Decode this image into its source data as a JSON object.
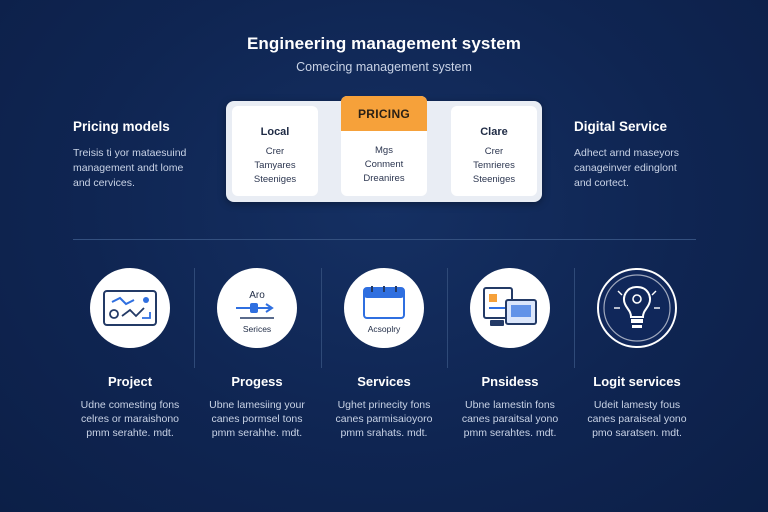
{
  "header": {
    "title": "Engineering management system",
    "subtitle": "Comecing management system"
  },
  "left_panel": {
    "title": "Pricing models",
    "text": "Treisis ti yor mataesuind\nmanagement andt lome\nand cervices."
  },
  "right_panel": {
    "title": "Digital Service",
    "text": "Adhect arnd maseyors\ncanageinver edinglont\nand cortect."
  },
  "pricing": {
    "cards": [
      {
        "title": "Local",
        "lines": [
          "Crer",
          "Tamyares",
          "Steeniges"
        ]
      },
      {
        "title": "PRICING",
        "lines": [
          "Mgs",
          "Conment",
          "Dreanires"
        ]
      },
      {
        "title": "Clare",
        "lines": [
          "Crer",
          "Temrieres",
          "Steeniges"
        ]
      }
    ]
  },
  "features": [
    {
      "icon": "diagram-board-icon",
      "title": "Project",
      "desc": "Udne comesting fons\ncelres or maraishono\npmm serahte.   mdt.",
      "circle_text": []
    },
    {
      "icon": "process-arrows-icon",
      "title": "Progess",
      "desc": "Ubne lamesiing your\ncanes pormsel tons\npmm serahhe.   mdt.",
      "circle_text": [
        "Aro",
        "Serices"
      ]
    },
    {
      "icon": "calendar-icon",
      "title": "Services",
      "desc": "Ughet prinecity fons\ncanes parmisaioyoro\npmm srahats.   mdt.",
      "circle_text": [
        "Acsoplry"
      ]
    },
    {
      "icon": "devices-icon",
      "title": "Pnsidess",
      "desc": "Ubne lamestin fons\ncanes paraitsal yono\npmm serahtes.   mdt.",
      "circle_text": []
    },
    {
      "icon": "lightbulb-icon",
      "title": "Logit services",
      "desc": "Udeit lamesty fous\ncanes paraiseal yono\npmo saratsen.   mdt.",
      "circle_text": []
    }
  ],
  "colors": {
    "background": "#0f2552",
    "accent": "#f6a13a",
    "card": "#ffffff",
    "icon_blue": "#2f6fe0"
  }
}
